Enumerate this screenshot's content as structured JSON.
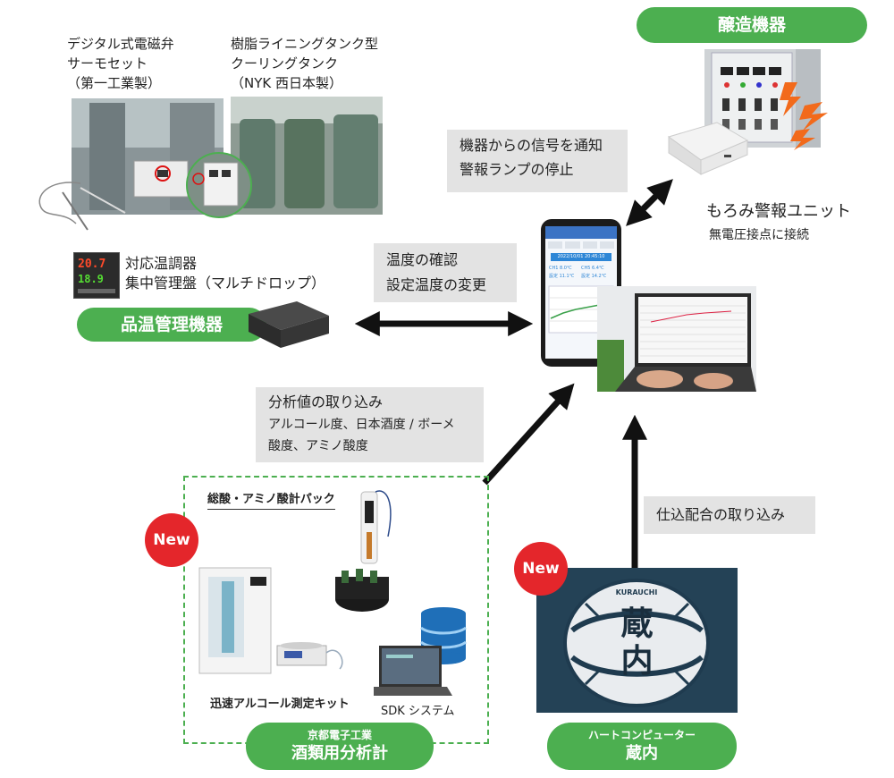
{
  "brewing_label": "醸造機器",
  "solenoid": {
    "line1": "デジタル式電磁弁",
    "line2": "サーモセット",
    "line3": "（第一工業製）"
  },
  "tank": {
    "line1": "樹脂ライニングタンク型",
    "line2": "クーリングタンク",
    "line3": "（NYK 西日本製）"
  },
  "controller": {
    "line1": "対応温調器",
    "line2": "集中管理盤（マルチドロップ）",
    "display_top": "20.7",
    "display_bottom": "18.9"
  },
  "temp_label": "品温管理機器",
  "signal_box": {
    "line1": "機器からの信号を通知",
    "line2": "警報ランプの停止"
  },
  "alarm_unit": {
    "name": "もろみ警報ユニット",
    "sub": "無電圧接点に接続"
  },
  "temp_box": {
    "line1": "温度の確認",
    "line2": "設定温度の変更"
  },
  "analysis_box": {
    "line1": "分析値の取り込み",
    "line2": "アルコール度、日本酒度 / ボーメ",
    "line3": "酸度、アミノ酸度"
  },
  "recipe_box": "仕込配合の取り込み",
  "analyzer": {
    "pack_label": "総酸・アミノ酸計パック",
    "alcohol_kit": "迅速アルコール測定キット",
    "sdk": "SDK システム",
    "maker": "京都電子工業",
    "title": "酒類用分析計"
  },
  "new_badge": "New",
  "kurauchi": {
    "maker": "ハートコンピューター",
    "title": "蔵内",
    "logo_top": "蔵",
    "logo_bottom": "内",
    "logo_arc": "KURAUCHI"
  },
  "phone": {
    "date": "2022/10/01 20:45:10",
    "r1": "CH1 8.0℃",
    "r2": "CH5 6.4℃",
    "r3": "設定 11.1℃",
    "r4": "設定 14.2℃"
  },
  "colors": {
    "green": "#4caf50",
    "new_red": "#e4262b",
    "box_gray": "#e3e3e3",
    "arrow": "#111111",
    "alarm_orange": "#f26a1b"
  }
}
